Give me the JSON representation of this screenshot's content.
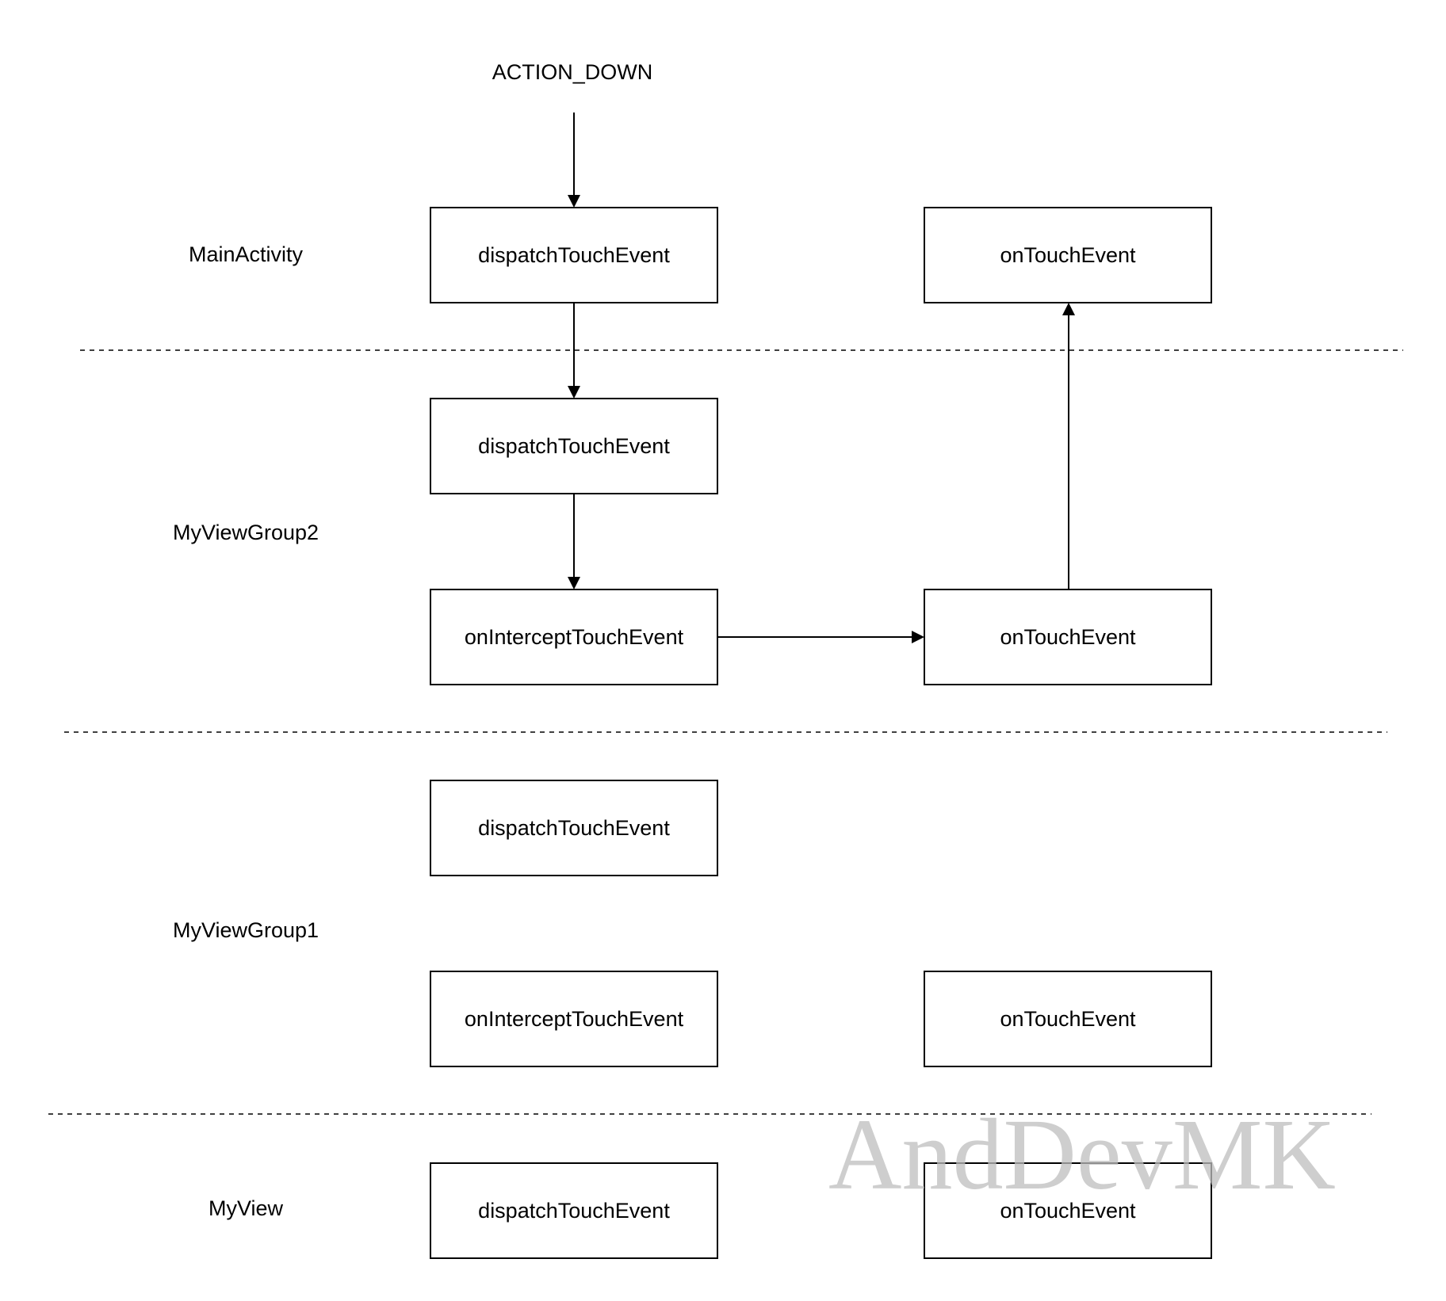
{
  "start_event": "ACTION_DOWN",
  "layers": {
    "main_activity": "MainActivity",
    "my_view_group2": "MyViewGroup2",
    "my_view_group1": "MyViewGroup1",
    "my_view": "MyView"
  },
  "boxes": {
    "main_activity_dispatch": "dispatchTouchEvent",
    "main_activity_on_touch": "onTouchEvent",
    "group2_dispatch": "dispatchTouchEvent",
    "group2_intercept": "onInterceptTouchEvent",
    "group2_on_touch": "onTouchEvent",
    "group1_dispatch": "dispatchTouchEvent",
    "group1_intercept": "onInterceptTouchEvent",
    "group1_on_touch": "onTouchEvent",
    "view_dispatch": "dispatchTouchEvent",
    "view_on_touch": "onTouchEvent"
  },
  "edges": [
    {
      "from": "start_event",
      "to": "main_activity_dispatch"
    },
    {
      "from": "main_activity_dispatch",
      "to": "group2_dispatch"
    },
    {
      "from": "group2_dispatch",
      "to": "group2_intercept"
    },
    {
      "from": "group2_intercept",
      "to": "group2_on_touch"
    },
    {
      "from": "group2_on_touch",
      "to": "main_activity_on_touch"
    }
  ],
  "watermark": "AndDevMK"
}
